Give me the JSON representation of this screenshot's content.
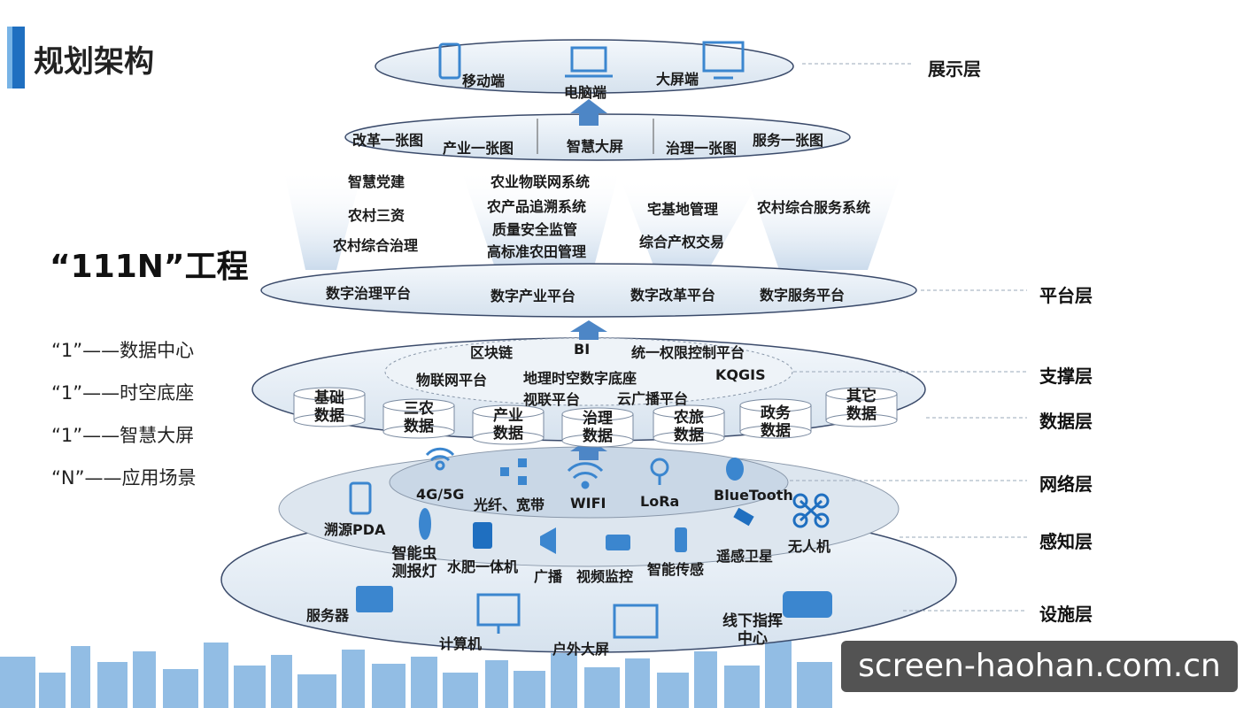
{
  "title": "规划架构",
  "project": "“111N”工程",
  "legend": [
    "“1”——数据中心",
    "“1”——时空底座",
    "“1”——智慧大屏",
    "“N”——应用场景"
  ],
  "layers": {
    "display": "展示层",
    "platform": "平台层",
    "support": "支撑层",
    "data": "数据层",
    "network": "网络层",
    "sensing": "感知层",
    "facility": "设施层"
  },
  "display": {
    "mobile": "移动端",
    "pc": "电脑端",
    "bigscreen": "大屏端"
  },
  "maps": [
    "改革一张图",
    "产业一张图",
    "智慧大屏",
    "治理一张图",
    "服务一张图"
  ],
  "apps": {
    "col1": [
      "智慧党建",
      "农村三资",
      "农村综合治理"
    ],
    "col2": [
      "农业物联网系统",
      "农产品追溯系统",
      "质量安全监管",
      "高标准农田管理"
    ],
    "col3": [
      "宅基地管理",
      "综合产权交易"
    ],
    "col4": [
      "农村综合服务系统"
    ]
  },
  "platforms": [
    "数字治理平台",
    "数字产业平台",
    "数字改革平台",
    "数字服务平台"
  ],
  "support": [
    "区块链",
    "BI",
    "统一权限控制平台",
    "物联网平台",
    "地理时空数字底座",
    "KQGIS",
    "视联平台",
    "云广播平台"
  ],
  "data": [
    [
      "基础",
      "数据"
    ],
    [
      "三农",
      "数据"
    ],
    [
      "产业",
      "数据"
    ],
    [
      "治理",
      "数据"
    ],
    [
      "农旅",
      "数据"
    ],
    [
      "政务",
      "数据"
    ],
    [
      "其它",
      "数据"
    ]
  ],
  "network": [
    "4G/5G",
    "光纤、宽带",
    "WIFI",
    "LoRa",
    "BlueTooth"
  ],
  "sensing": {
    "pda": "溯源PDA",
    "insect": [
      "智能虫",
      "测报灯"
    ],
    "fert": "水肥一体机",
    "broadcast": "广播",
    "video": "视频监控",
    "sensor": "智能传感",
    "satellite": "遥感卫星",
    "drone": "无人机"
  },
  "facility": {
    "server": "服务器",
    "computer": "计算机",
    "outdoor": "户外大屏",
    "command": [
      "线下指挥",
      "中心"
    ]
  },
  "watermark": "screen-haohan.com.cn",
  "colors": {
    "accent": "#1f6fc0",
    "disc": "#dfe8f2",
    "disc_edge": "#3a4a6a"
  }
}
